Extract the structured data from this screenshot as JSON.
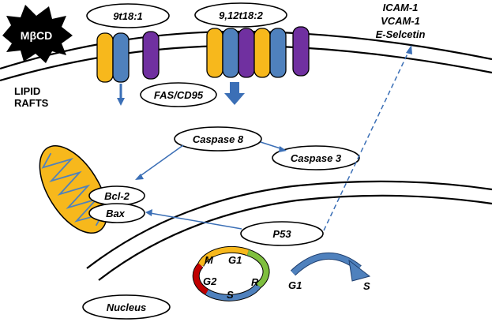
{
  "labels": {
    "mbcd": "MβCD",
    "lipid": "LIPID",
    "rafts": "RAFTS",
    "fa1": "9t18:1",
    "fa2": "9,12t18:2",
    "fas": "FAS/CD95",
    "caspase8": "Caspase 8",
    "caspase3": "Caspase 3",
    "bcl2": "Bcl-2",
    "bax": "Bax",
    "p53": "P53",
    "nucleus": "Nucleus",
    "icam": "ICAM-1",
    "vcam": "VCAM-1",
    "eselectin": "E-Selcetin",
    "cycle_m": "M",
    "cycle_g1": "G1",
    "cycle_g2": "G2",
    "cycle_s": "S",
    "cycle_r": "R",
    "transition_g1": "G1",
    "transition_s": "S"
  },
  "colors": {
    "yellow": "#F7B81C",
    "blue": "#4F81BD",
    "purple": "#7030A0",
    "arrow_blue": "#3B6FB6",
    "red": "#C00000",
    "green": "#7FBF3F"
  }
}
